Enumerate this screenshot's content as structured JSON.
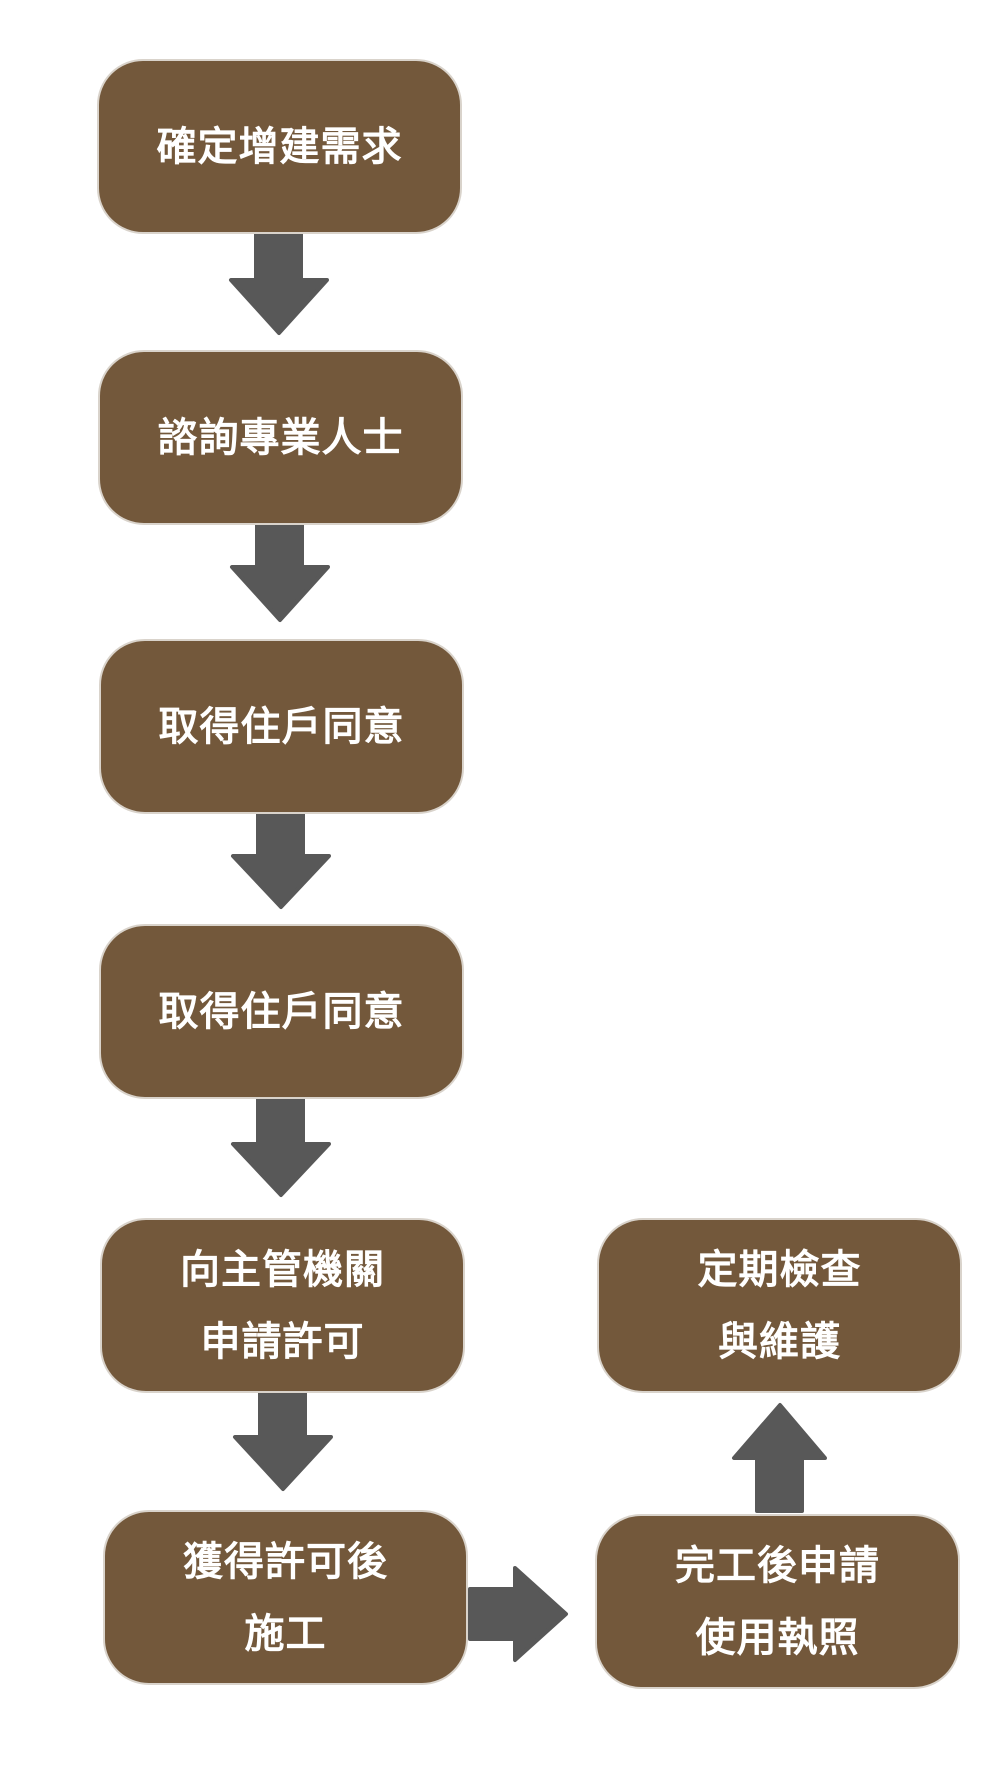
{
  "flowchart": {
    "colors": {
      "box_fill": "#73583b",
      "box_border": "#d9d3cb",
      "box_text": "#ffffff",
      "arrow": "#585858",
      "background": "#ffffff"
    },
    "steps": [
      {
        "id": "define-needs",
        "label": "確定增建需求"
      },
      {
        "id": "consult-professionals",
        "label": "諮詢專業人士"
      },
      {
        "id": "resident-consent-1",
        "label": "取得住戶同意"
      },
      {
        "id": "resident-consent-2",
        "label": "取得住戶同意"
      },
      {
        "id": "apply-permit",
        "label": "向主管機關\n申請許可"
      },
      {
        "id": "construction",
        "label": "獲得許可後\n施工"
      },
      {
        "id": "usage-license",
        "label": "完工後申請\n使用執照"
      },
      {
        "id": "inspection",
        "label": "定期檢查\n與維護"
      }
    ]
  }
}
